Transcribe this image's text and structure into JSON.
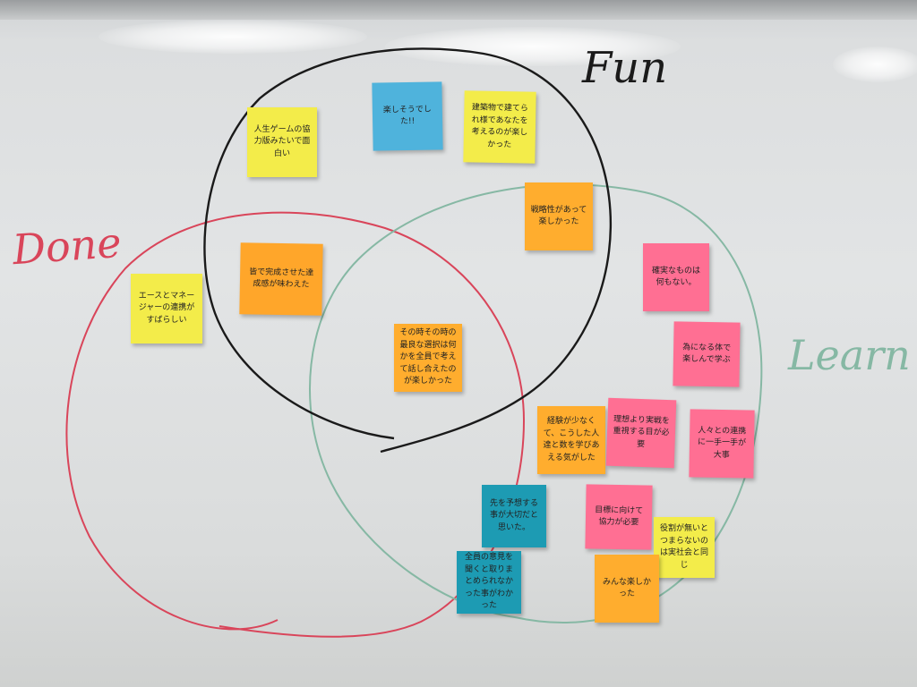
{
  "labels": {
    "fun": "Fun",
    "done": "Done",
    "learn": "Learn"
  },
  "colors": {
    "fun_ring": "#1a1a1a",
    "done_ring": "#d9455a",
    "learn_ring": "#86b8a4",
    "yellow": "#f3ec4a",
    "orange": "#ffad2e",
    "pink": "#ff6f93",
    "blue": "#4fb3dc",
    "teal": "#1d9bb3"
  },
  "notes": [
    {
      "id": "n1",
      "color": "yellow",
      "text": "人生ゲームの協力版みたいで面白い"
    },
    {
      "id": "n2",
      "color": "blue",
      "text": "楽しそうでした!!"
    },
    {
      "id": "n3",
      "color": "yellow",
      "text": "建築物で建てられ様であなたを考えるのが楽しかった"
    },
    {
      "id": "n4",
      "color": "orange",
      "text": "戦略性があって楽しかった"
    },
    {
      "id": "n5",
      "color": "orange",
      "text": "皆で完成させた達成感が味わえた"
    },
    {
      "id": "n6",
      "color": "yellow",
      "text": "エースとマネージャーの連携がすばらしい"
    },
    {
      "id": "n7",
      "color": "orange",
      "text": "その時その時の最良な選択は何かを全員で考えて話し合えたのが楽しかった"
    },
    {
      "id": "n8",
      "color": "pink",
      "text": "確実なものは何もない。"
    },
    {
      "id": "n9",
      "color": "pink",
      "text": "為になる体で楽しんで学ぶ"
    },
    {
      "id": "n10",
      "color": "orange",
      "text": "経験が少なくて、こうした人達と数を学びあえる気がした"
    },
    {
      "id": "n11",
      "color": "pink",
      "text": "理想より実戦を重視する目が必要"
    },
    {
      "id": "n12",
      "color": "pink",
      "text": "人々との連携に一手一手が大事"
    },
    {
      "id": "n13",
      "color": "teal",
      "text": "先を予想する事が大切だと思いた。"
    },
    {
      "id": "n14",
      "color": "pink",
      "text": "目標に向けて協力が必要"
    },
    {
      "id": "n15",
      "color": "yellow",
      "text": "役割が無いとつまらないのは実社会と同じ"
    },
    {
      "id": "n16",
      "color": "teal",
      "text": "全員の意見を聞くと取りまとめられなかった事がわかった"
    },
    {
      "id": "n17",
      "color": "orange",
      "text": "みんな楽しかった"
    }
  ]
}
